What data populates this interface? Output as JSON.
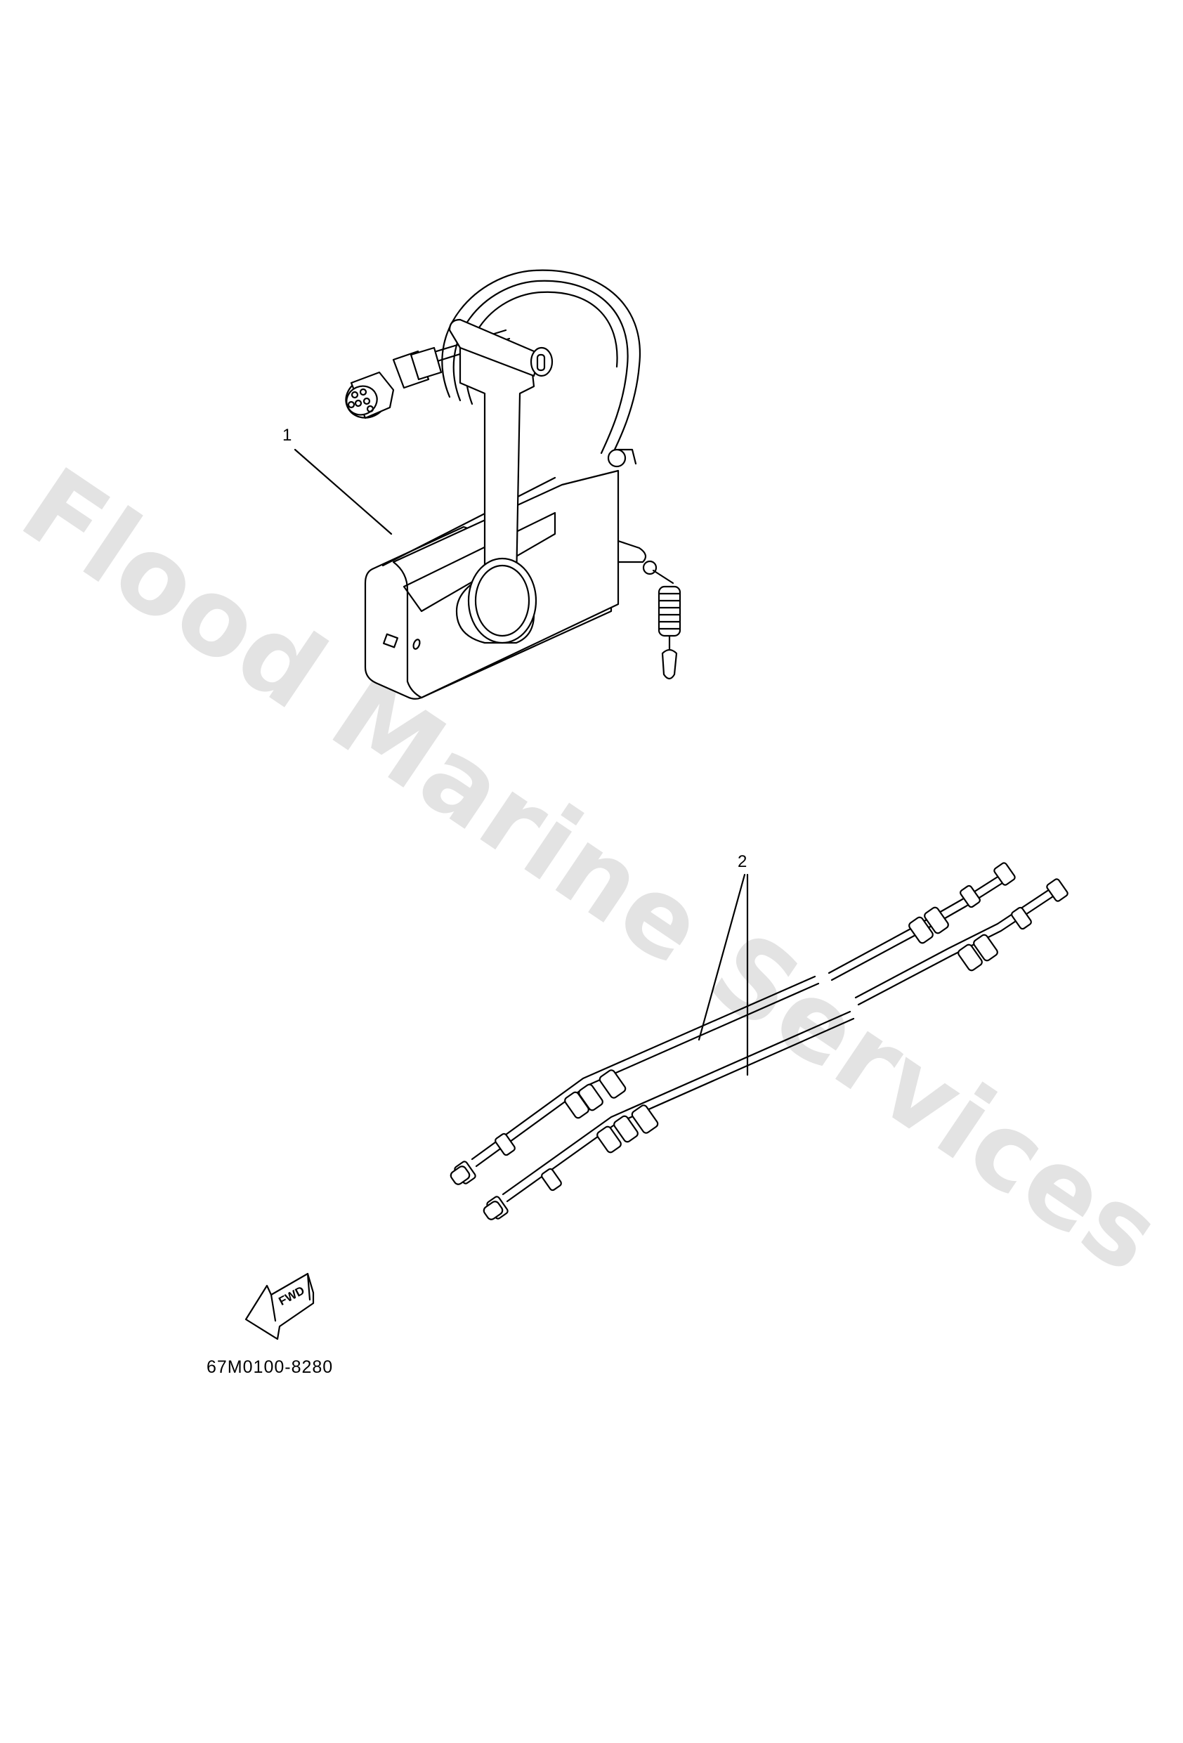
{
  "watermark": {
    "text": "Flood Marine Services",
    "color": "#e3e3e3",
    "angle_deg": 34
  },
  "diagram": {
    "callouts": [
      {
        "number": "1",
        "part": "remote control box"
      },
      {
        "number": "2",
        "part": "remote control cables"
      }
    ],
    "orientation_marker": {
      "text": "FWD",
      "icon": "fwd-arrow-icon"
    },
    "part_number": "67M0100-8280"
  }
}
